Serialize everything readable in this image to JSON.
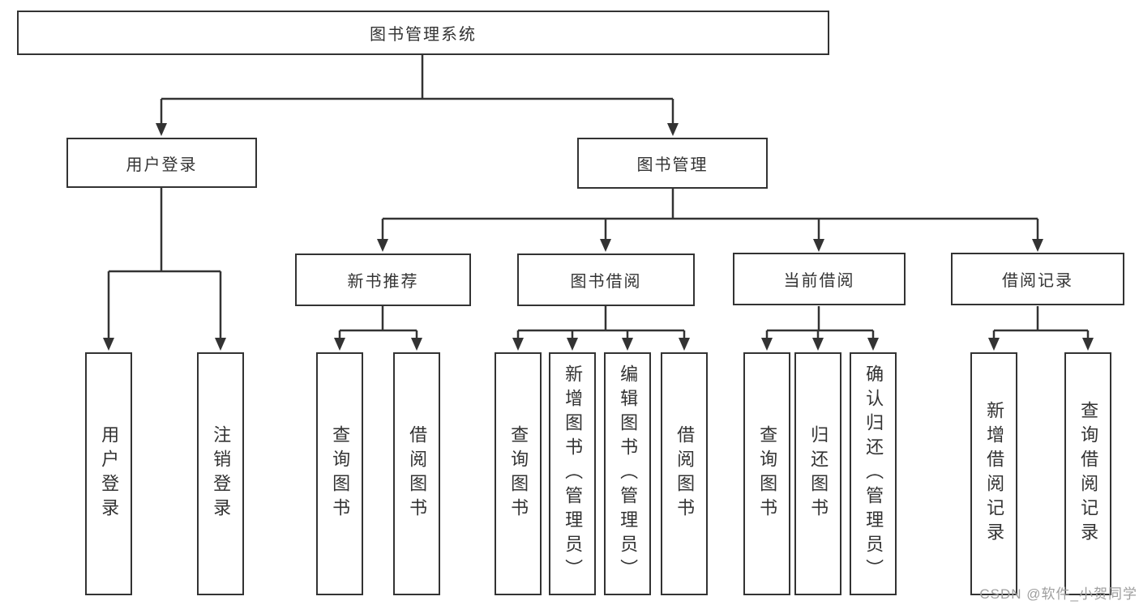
{
  "diagram": {
    "root": "图书管理系统",
    "branches": [
      {
        "label": "用户登录",
        "children": [
          "用户登录",
          "注销登录"
        ]
      },
      {
        "label": "图书管理",
        "sections": [
          {
            "label": "新书推荐",
            "children": [
              "查询图书",
              "借阅图书"
            ]
          },
          {
            "label": "图书借阅",
            "children": [
              "查询图书",
              "新增图书（管理员）",
              "编辑图书（管理员）",
              "借阅图书"
            ]
          },
          {
            "label": "当前借阅",
            "children": [
              "查询图书",
              "归还图书",
              "确认归还（管理员）"
            ]
          },
          {
            "label": "借阅记录",
            "children": [
              "新增借阅记录",
              "查询借阅记录"
            ]
          }
        ]
      }
    ]
  },
  "watermark": "CSDN @软件_小贺同学",
  "colors": {
    "line": "#333333",
    "box_border": "#333333",
    "text": "#333333",
    "watermark_color": "#9e9e9e",
    "background": "#ffffff"
  }
}
